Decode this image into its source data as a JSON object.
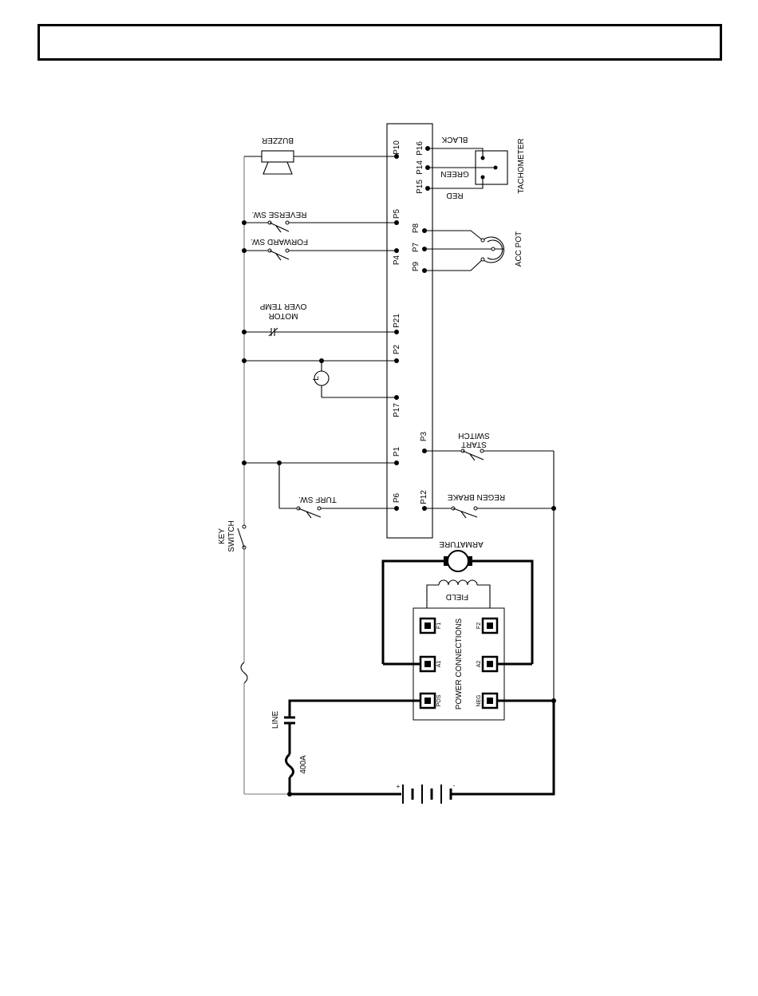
{
  "header": {
    "title": ""
  },
  "labels": {
    "buzzer": "BUZZER",
    "reverse_sw": "REVERSE SW.",
    "forward_sw": "FORWARD SW.",
    "motor_over_temp_1": "MOTOR",
    "motor_over_temp_2": "OVER TEMP",
    "turf_sw": "TURF SW.",
    "key_switch_1": "KEY",
    "key_switch_2": "SWITCH",
    "line": "LINE",
    "fuse": "400A",
    "tachometer": "TACHOMETER",
    "black": "BLACK",
    "green": "GREEN",
    "red": "RED",
    "acc_pot": "ACC POT",
    "start_switch_1": "START",
    "start_switch_2": "SWITCH",
    "regen_brake": "REGEN BRAKE",
    "armature": "ARMATURE",
    "field": "FIELD",
    "power_connections": "POWER CONNECTIONS",
    "lamp": "L",
    "battery_plus": "+",
    "battery_minus": "-"
  },
  "pins": {
    "p10": "P10",
    "p5": "P5",
    "p4": "P4",
    "p21": "P21",
    "p2": "P2",
    "p17": "P17",
    "p1": "P1",
    "p6": "P6",
    "p16": "P16",
    "p14": "P14",
    "p15": "P15",
    "p8": "P8",
    "p7": "P7",
    "p9": "P9",
    "p3": "P3",
    "p12": "P12"
  },
  "terminals": {
    "f1": "F1",
    "f2": "F2",
    "a1": "A1",
    "a2": "A2",
    "pos": "POS",
    "neg": "NEG"
  }
}
